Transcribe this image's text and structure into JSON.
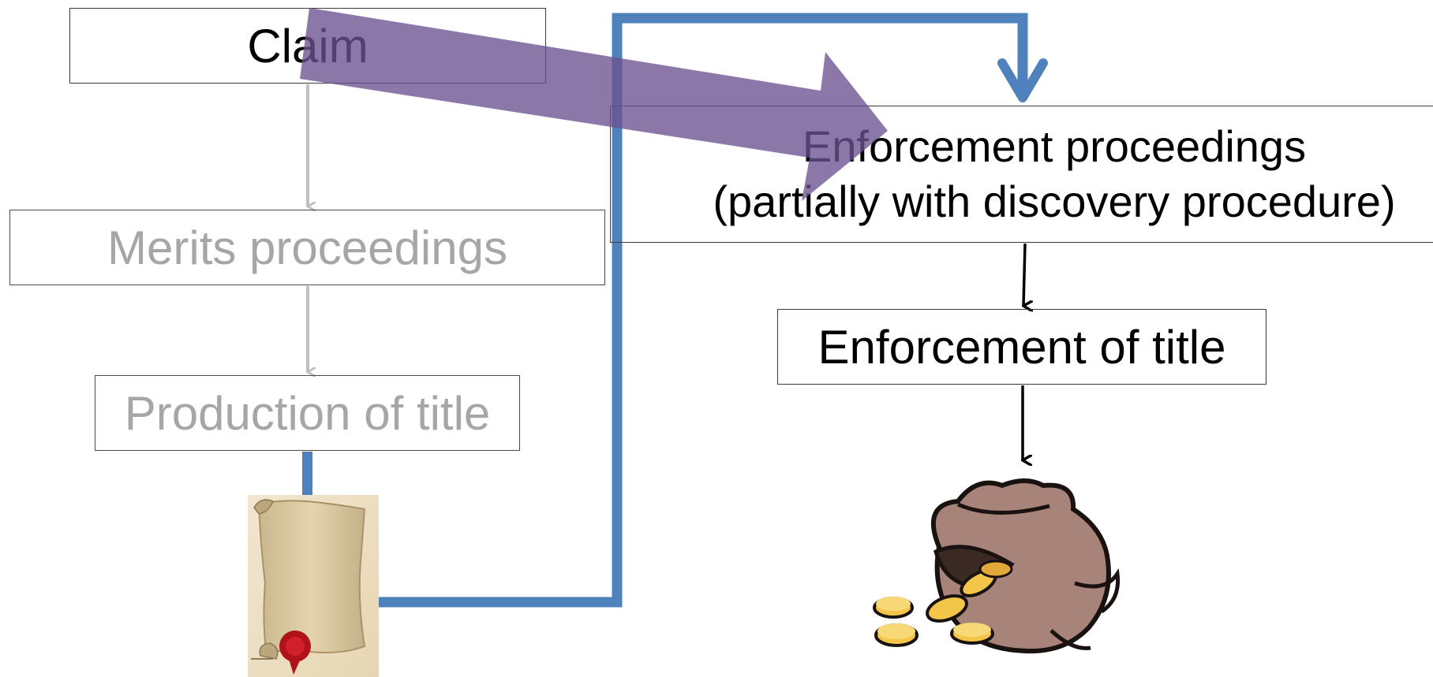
{
  "nodes": {
    "claim": {
      "label": "Claim"
    },
    "merits": {
      "label": "Merits proceedings"
    },
    "production": {
      "label": "Production of title"
    },
    "enforcement_proceedings": {
      "line1": "Enforcement proceedings",
      "line2": "(partially with discovery procedure)"
    },
    "enforcement_title": {
      "label": "Enforcement of title"
    }
  },
  "colors": {
    "active_text": "#000000",
    "faded_text": "#a6a6a6",
    "faded_arrow": "#bfbfbf",
    "blue_path": "#4f81bd",
    "purple_arrow": "#7b6694",
    "black_arrow": "#000000"
  },
  "icons": {
    "title_document": "scroll-with-wax-seal-icon",
    "result": "money-bag-with-coins-icon"
  }
}
